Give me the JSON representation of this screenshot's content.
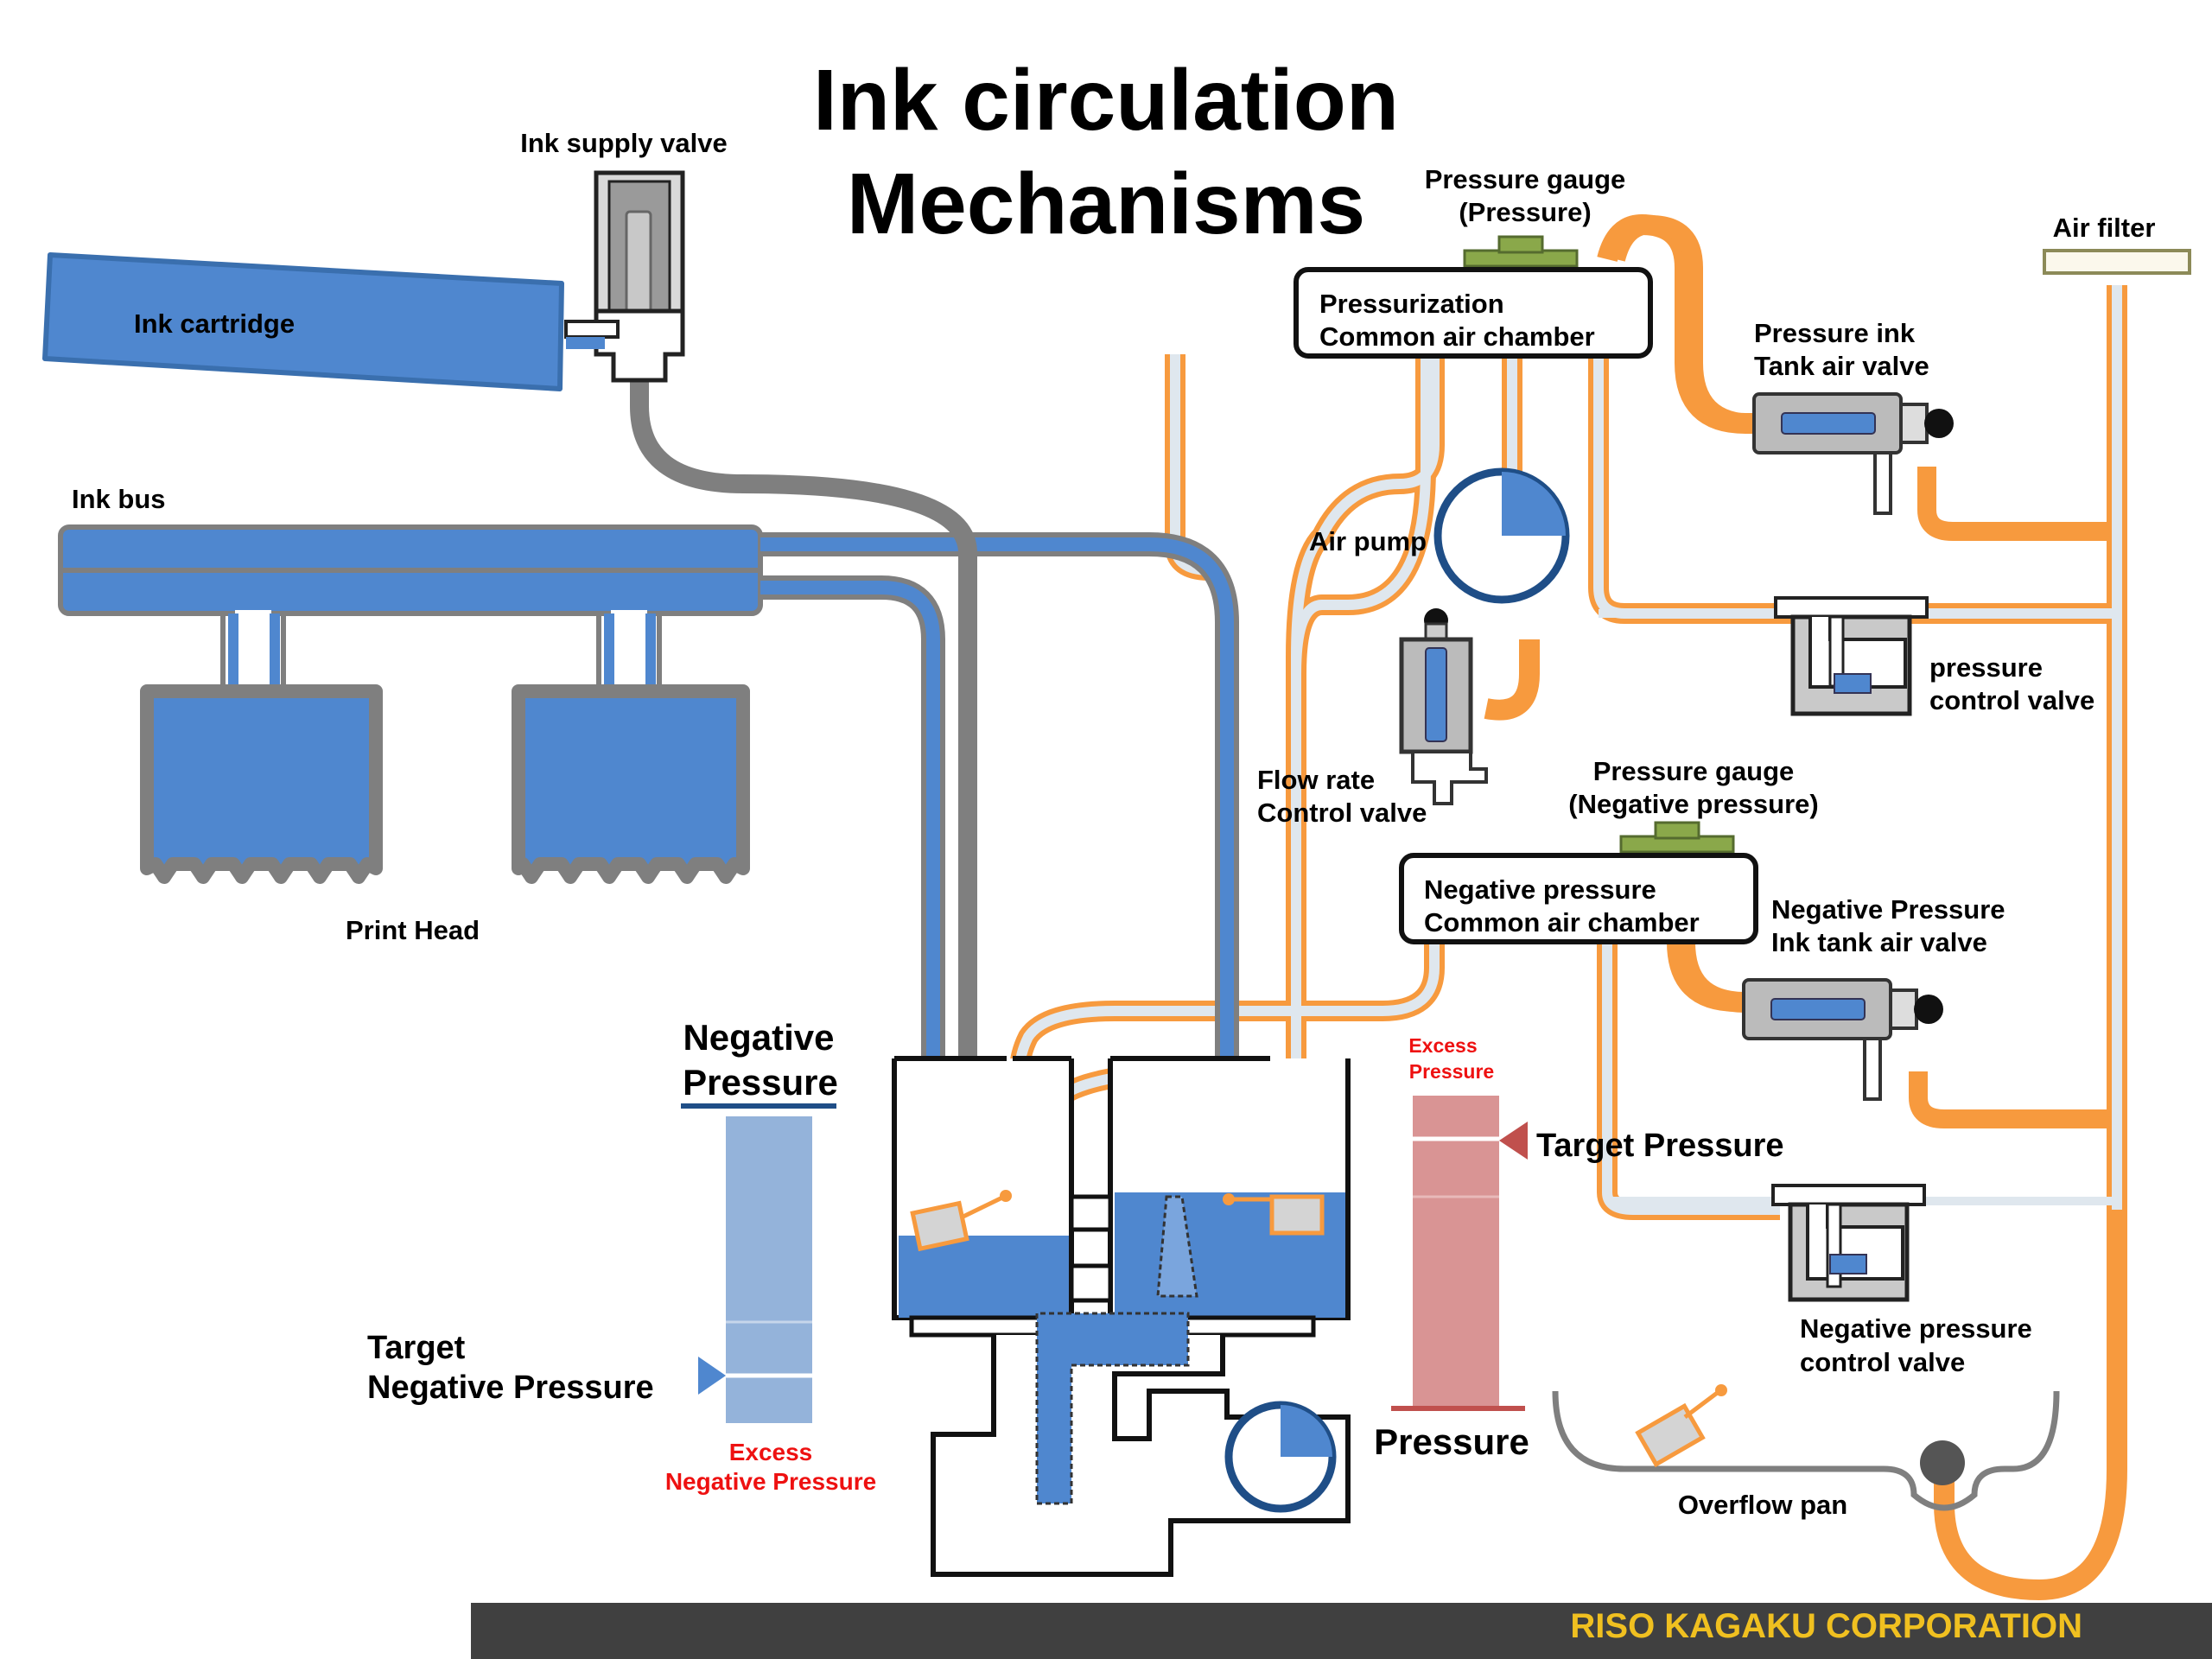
{
  "title": {
    "line1": "Ink circulation",
    "line2": "Mechanisms"
  },
  "labels": {
    "ink_supply_valve": "Ink supply valve",
    "ink_cartridge": "Ink cartridge",
    "ink_bus": "Ink bus",
    "print_head": "Print Head",
    "pressure_gauge_pressure_1": "Pressure gauge",
    "pressure_gauge_pressure_2": "(Pressure)",
    "pressurization_chamber_1": "Pressurization",
    "pressurization_chamber_2": "Common air chamber",
    "air_filter": "Air filter",
    "pressure_ink_tank_valve_1": "Pressure ink",
    "pressure_ink_tank_valve_2": "Tank air valve",
    "air_pump": "Air pump",
    "pressure_control_valve_1": "pressure",
    "pressure_control_valve_2": "control valve",
    "flow_rate_valve_1": "Flow rate",
    "flow_rate_valve_2": "Control valve",
    "pressure_gauge_negative_1": "Pressure gauge",
    "pressure_gauge_negative_2": "(Negative pressure)",
    "negative_chamber_1": "Negative pressure",
    "negative_chamber_2": "Common air chamber",
    "negative_ink_tank_valve_1": "Negative Pressure",
    "negative_ink_tank_valve_2": "Ink tank air valve",
    "negative_pressure_heading_1": "Negative",
    "negative_pressure_heading_2": "Pressure",
    "target_negative_1": "Target",
    "target_negative_2": "Negative Pressure",
    "excess_negative_1": "Excess",
    "excess_negative_2": "Negative Pressure",
    "excess_pressure_1": "Excess",
    "excess_pressure_2": "Pressure",
    "target_pressure": "Target Pressure",
    "pressure": "Pressure",
    "negative_control_valve_1": "Negative pressure",
    "negative_control_valve_2": "control valve",
    "overflow_pan": "Overflow pan"
  },
  "footer": {
    "company": "RISO KAGAKU CORPORATION"
  },
  "colors": {
    "ink_blue": "#4f87cf",
    "air_orange": "#f79a3e",
    "ink_supply_gray": "#808080",
    "gauge_green": "#8aa84a",
    "negative_meter_blue": "#94b3da",
    "pressure_meter_red": "#d99494",
    "marker_red": "#c0504d",
    "footer_bar": "#404040",
    "footer_text": "#f0c020"
  }
}
